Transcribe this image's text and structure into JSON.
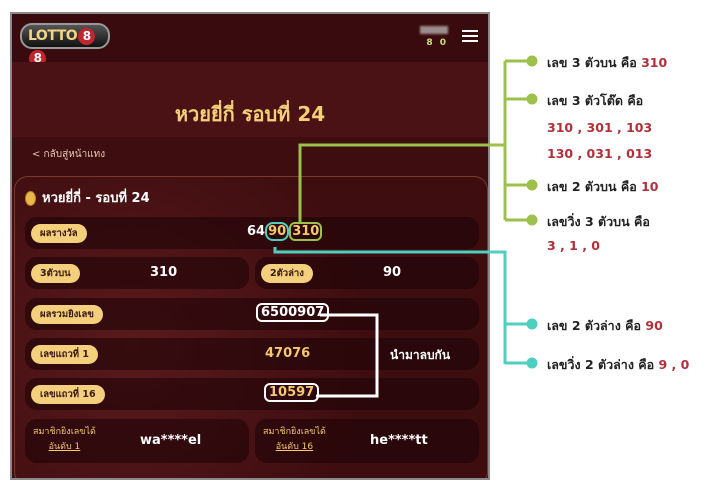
{
  "header": {
    "logo": "LOTTO88",
    "balance": "8 0"
  },
  "page_title": "หวยยี่กี่ รอบที่ 24",
  "back_link": "< กลับสู่หน้าแทง",
  "card": {
    "title": "หวยยี่กี่ - รอบที่ 24",
    "prize": {
      "label": "ผลรางวัล",
      "prefix": "64",
      "two_low": "90",
      "three_top": "310"
    },
    "three_top": {
      "label": "3ตัวบน",
      "value": "310"
    },
    "two_low": {
      "label": "2ตัวล่าง",
      "value": "90"
    },
    "sum": {
      "label": "ผลรวมยิงเลข",
      "value": "6500907"
    },
    "row1": {
      "label": "เลขแถวที่ 1",
      "value": "47076"
    },
    "row16": {
      "label": "เลขแถวที่ 16",
      "value": "10597"
    },
    "subtract_note": "นำมาลบกัน",
    "member1": {
      "label": "สมาชิกยิงเลขได้",
      "rank": "อันดับ 1",
      "name": "wa****el"
    },
    "member16": {
      "label": "สมาชิกยิงเลขได้",
      "rank": "อันดับ 16",
      "name": "he****tt"
    }
  },
  "annotations": {
    "a1": {
      "text": "เลข 3 ตัวบน คือ ",
      "value": "310"
    },
    "a2": {
      "text": "เลข 3 ตัวโต๊ด คือ",
      "values1": "310 , 301 , 103",
      "values2": "130 , 031 , 013"
    },
    "a3": {
      "text": "เลข 2 ตัวบน คือ ",
      "value": "10"
    },
    "a4": {
      "text": "เลขวิ่ง 3 ตัวบน คือ",
      "values": "3 , 1 , 0"
    },
    "a5": {
      "text": "เลข 2 ตัวล่าง คือ ",
      "value": "90"
    },
    "a6": {
      "text": "เลขวิ่ง 2 ตัวล่าง คือ ",
      "value": "9 , 0"
    }
  },
  "colors": {
    "green": "#9cc04a",
    "cyan": "#4fcfbf",
    "gold": "#f2c870",
    "bg": "#3d0d10"
  }
}
